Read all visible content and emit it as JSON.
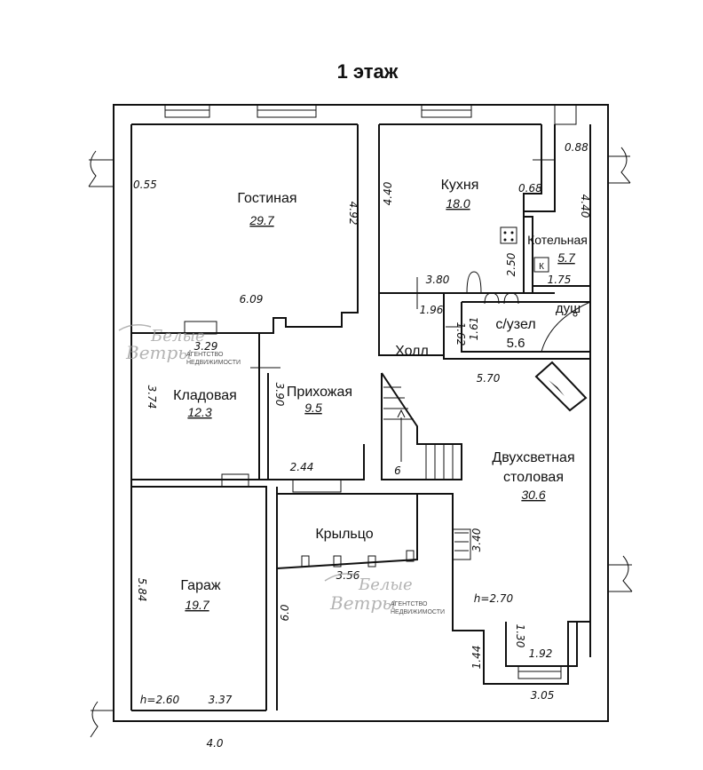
{
  "title": "1 этаж",
  "rooms": {
    "living": {
      "name": "Гостиная",
      "area": "29.7"
    },
    "kitchen": {
      "name": "Кухня",
      "area": "18.0"
    },
    "boiler": {
      "name": "Котельная",
      "area": "5.7",
      "symbol": "К"
    },
    "bathroom": {
      "name": "с/узел",
      "area": "5.6"
    },
    "shower": {
      "name": "душ"
    },
    "hall": {
      "name": "Холл"
    },
    "storage": {
      "name": "Кладовая",
      "area": "12.3"
    },
    "entrance": {
      "name": "Прихожая",
      "area": "9.5"
    },
    "dining": {
      "name": "Двухсветная",
      "name2": "столовая",
      "area": "30.6"
    },
    "porch": {
      "name": "Крыльцо"
    },
    "garage": {
      "name": "Гараж",
      "area": "19.7"
    }
  },
  "dimensions": {
    "d_055": "0.55",
    "d_492": "4.92",
    "d_609": "6.09",
    "d_440a": "4.40",
    "d_088": "0.88",
    "d_068": "0.68",
    "d_440b": "4.40",
    "d_250": "2.50",
    "d_175": "1.75",
    "d_380": "3.80",
    "d_196": "1.96",
    "d_162": "1.62",
    "d_161": "1.61",
    "d_329": "3.29",
    "d_374": "3.74",
    "d_390": "3.90",
    "d_570": "5.70",
    "d_6": "6",
    "d_244": "2.44",
    "d_340": "3.40",
    "d_356": "3.56",
    "d_584": "5.84",
    "d_60": "6.0",
    "d_h270": "h=2.70",
    "d_130": "1.30",
    "d_144": "1.44",
    "d_192": "1.92",
    "d_h260": "h=2.60",
    "d_337": "3.37",
    "d_305": "3.05",
    "d_40": "4.0"
  },
  "watermark": {
    "line1": "Белые",
    "line2": "Ветры",
    "sub1": "АГЕНТСТВО",
    "sub2": "НЕДВИЖИМОСТИ"
  }
}
